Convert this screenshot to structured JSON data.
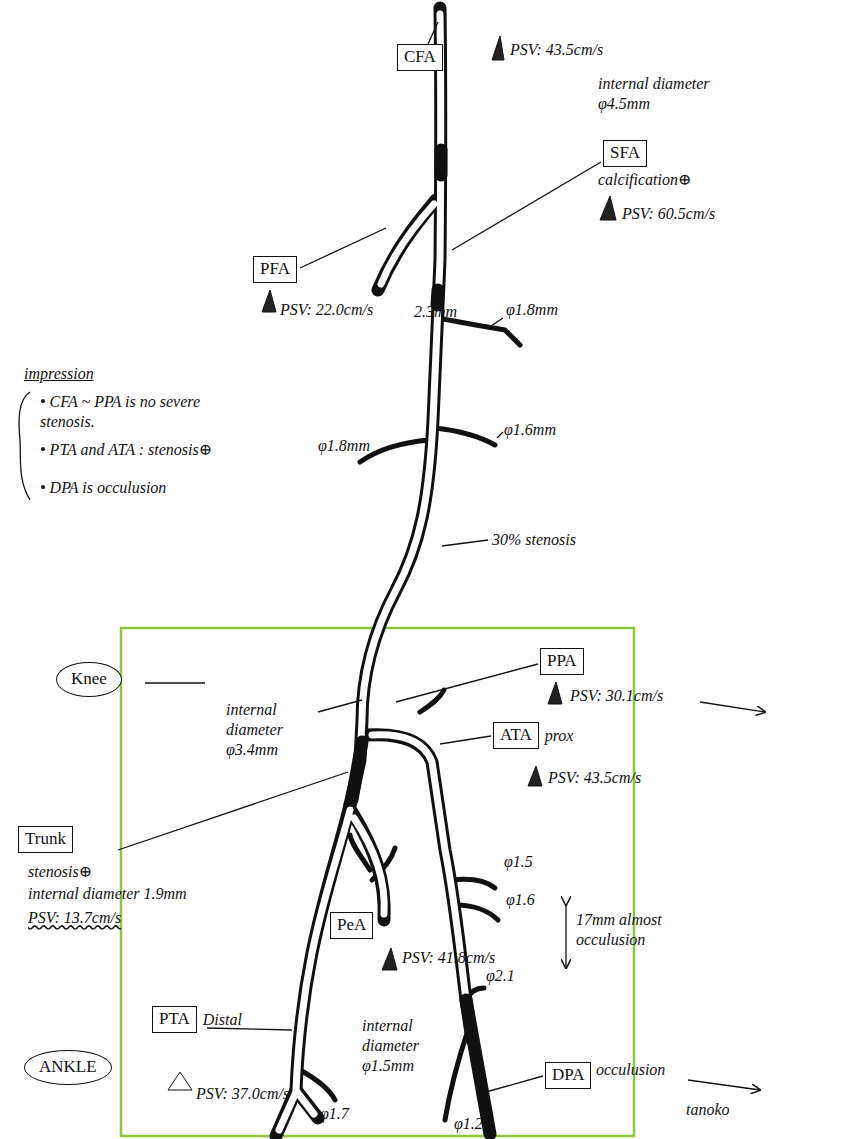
{
  "diagram": {
    "nodes": [
      {
        "text": [
          "CFA"
        ]
      },
      {
        "text": [
          "SFA"
        ]
      },
      {
        "text": [
          "PFA"
        ]
      },
      {
        "text": [
          "Knee"
        ]
      },
      {
        "text": [
          "PPA"
        ]
      },
      {
        "text": [
          "ATA",
          "prox"
        ]
      },
      {
        "text": [
          "Trunk"
        ]
      },
      {
        "text": [
          "PeA"
        ]
      },
      {
        "text": [
          "PTA",
          "Distal"
        ]
      },
      {
        "text": [
          "ANKLE"
        ]
      },
      {
        "text": [
          "DPA"
        ]
      }
    ],
    "labels": [
      "PSV: 43.5cm/s",
      "internal diameter φ4.5mm",
      "calcification⊕",
      "PSV: 60.5cm/s",
      "PSV: 22.0cm/s",
      "2.3mm",
      "φ1.8mm",
      "φ1.6mm",
      "φ1.8mm",
      "30% stenosis",
      "impression",
      "• CFA ~ PPA is no severe stenosis.",
      "• PTA and ATA : stenosis⊕",
      "• DPA is occulusion",
      "internal diameter φ3.4mm",
      "PSV: 30.1cm/s",
      "PSV: 43.5cm/s",
      "stenosis⊕",
      "internal diameter 1.9mm",
      "PSV: 13.7cm/s",
      "φ1.5",
      "φ1.6",
      "17mm almost occulusion",
      "PSV: 41.8cm/s",
      "φ2.1",
      "internal diameter φ1.5mm",
      "PSV: 37.0cm/s",
      "φ1.7",
      "φ1.2",
      "occulusion",
      "tanoko"
    ]
  }
}
